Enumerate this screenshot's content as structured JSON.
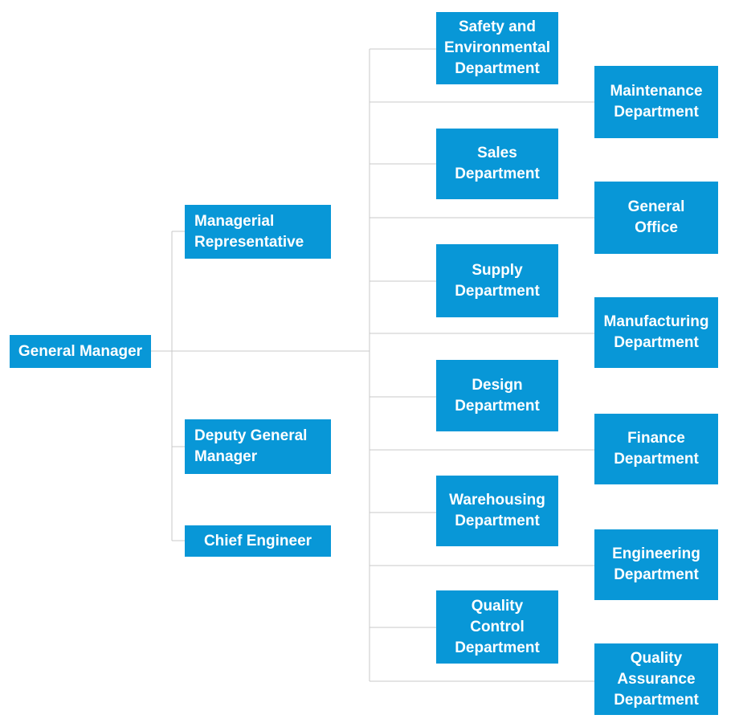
{
  "colors": {
    "node_fill": "#0897D7",
    "node_text": "#FFFFFF",
    "connector": "#C9C9C9",
    "background": "#FFFFFF"
  },
  "org": {
    "root": {
      "label": "General Manager"
    },
    "managers": [
      {
        "label": "Managerial\nRepresentative"
      },
      {
        "label": "Deputy General\nManager"
      },
      {
        "label": "Chief Engineer"
      }
    ],
    "departments": [
      {
        "label": "Safety and\nEnvironmental\nDepartment"
      },
      {
        "label": "Maintenance\nDepartment"
      },
      {
        "label": "Sales\nDepartment"
      },
      {
        "label": "General\nOffice"
      },
      {
        "label": "Supply\nDepartment"
      },
      {
        "label": "Manufacturing\nDepartment"
      },
      {
        "label": "Design\nDepartment"
      },
      {
        "label": "Finance\nDepartment"
      },
      {
        "label": "Warehousing\nDepartment"
      },
      {
        "label": "Engineering\nDepartment"
      },
      {
        "label": "Quality\nControl\nDepartment"
      },
      {
        "label": "Quality\nAssurance\nDepartment"
      }
    ]
  }
}
